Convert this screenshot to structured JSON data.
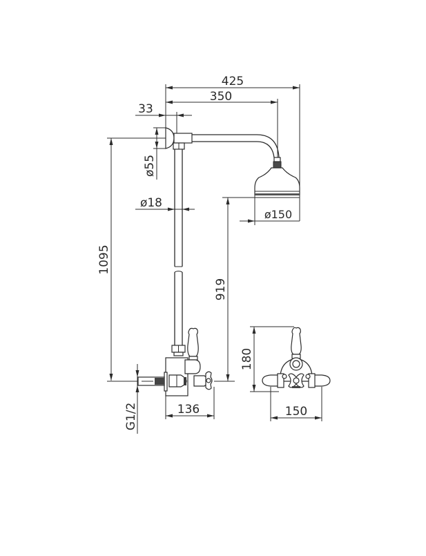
{
  "drawing": {
    "title": "Thermostatic shower set — dimension drawing",
    "units": "mm",
    "line_color": "#2b2b2b",
    "background": "#ffffff"
  },
  "dimensions": {
    "overall_arm_reach": "425",
    "arm_to_head_center": "350",
    "wall_flange_depth": "33",
    "flange_diameter": "ø55",
    "riser_diameter": "ø18",
    "head_diameter": "ø150",
    "total_height": "1095",
    "valve_to_head_height": "919",
    "valve_projection": "136",
    "inlet_thread": "G1/2",
    "valve_height": "180",
    "valve_width": "150"
  },
  "views": {
    "side_view": "Side elevation of riser, arm, shower head and valve",
    "front_view": "Front elevation of thermostatic valve"
  }
}
